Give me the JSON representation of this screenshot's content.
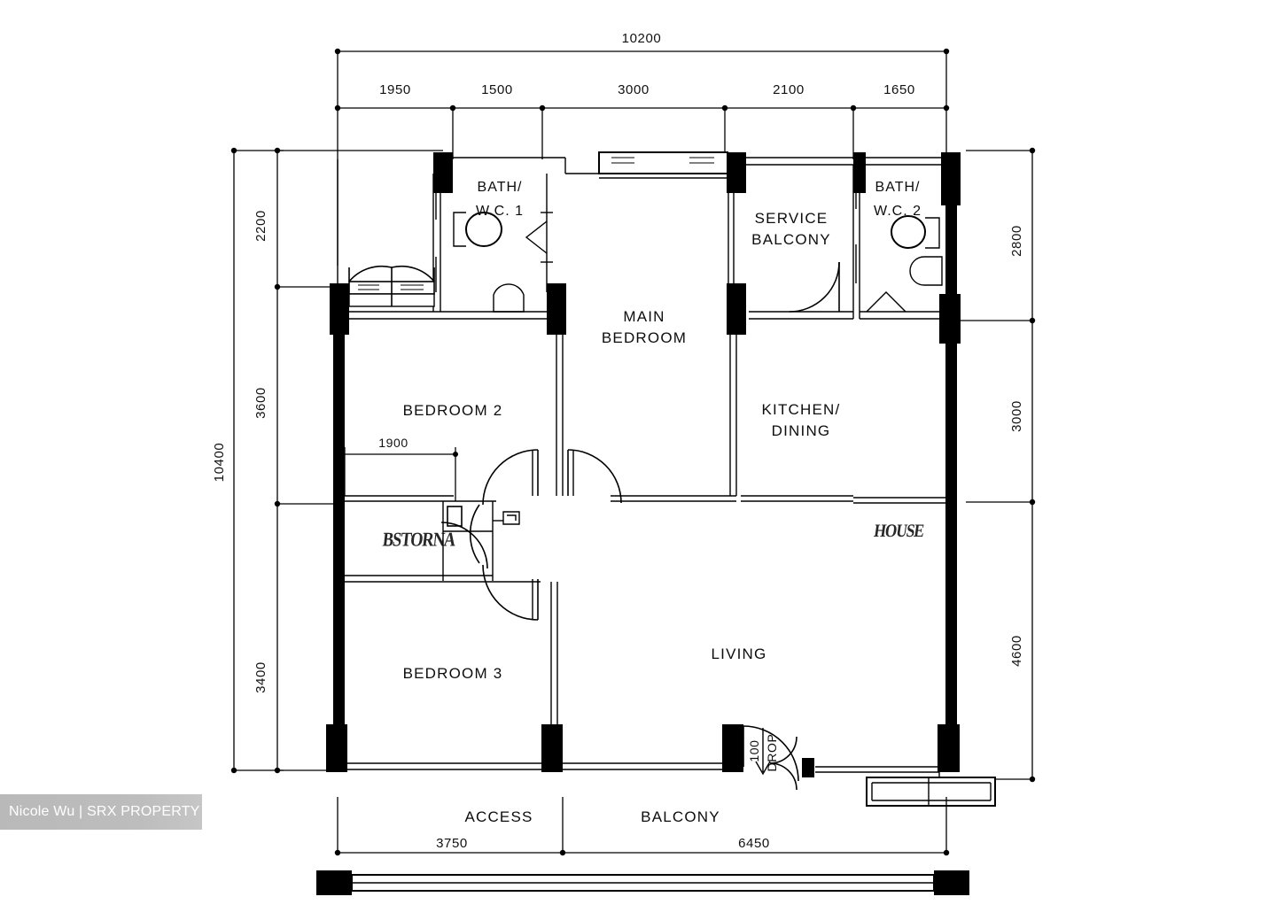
{
  "document": {
    "type": "residential-floor-plan",
    "watermark": "Nicole Wu | SRX PROPERTY"
  },
  "dimensions": {
    "top": {
      "overall": "10200",
      "segments": [
        "1950",
        "1500",
        "3000",
        "2100",
        "1650"
      ]
    },
    "left": {
      "overall": "10400",
      "segments": [
        "2200",
        "3600",
        "3400"
      ]
    },
    "right": {
      "segments": [
        "2800",
        "3000",
        "4600"
      ]
    },
    "bottom": {
      "segments": [
        "3750",
        "6450"
      ]
    },
    "interior": {
      "bedroom2_width": "1900"
    }
  },
  "rooms": {
    "bath_wc_1_line1": "BATH/",
    "bath_wc_1_line2": "W.C. 1",
    "bath_wc_2_line1": "BATH/",
    "bath_wc_2_line2": "W.C. 2",
    "service_balcony_line1": "SERVICE",
    "service_balcony_line2": "BALCONY",
    "main_bedroom_line1": "MAIN",
    "main_bedroom_line2": "BEDROOM",
    "bedroom_2": "BEDROOM 2",
    "bedroom_3": "BEDROOM 3",
    "kitchen_dining_line1": "KITCHEN/",
    "kitchen_dining_line2": "DINING",
    "living": "LIVING",
    "access": "ACCESS",
    "balcony": "BALCONY",
    "obscured_left": "BSTORNA",
    "obscured_right": "HOUSE"
  },
  "annotations": {
    "drop_value": "100",
    "drop_label": "DROP"
  },
  "colors": {
    "ink": "#000000",
    "paper": "#ffffff",
    "watermark_bg": "#bdbdbd",
    "watermark_text": "#ffffff"
  }
}
